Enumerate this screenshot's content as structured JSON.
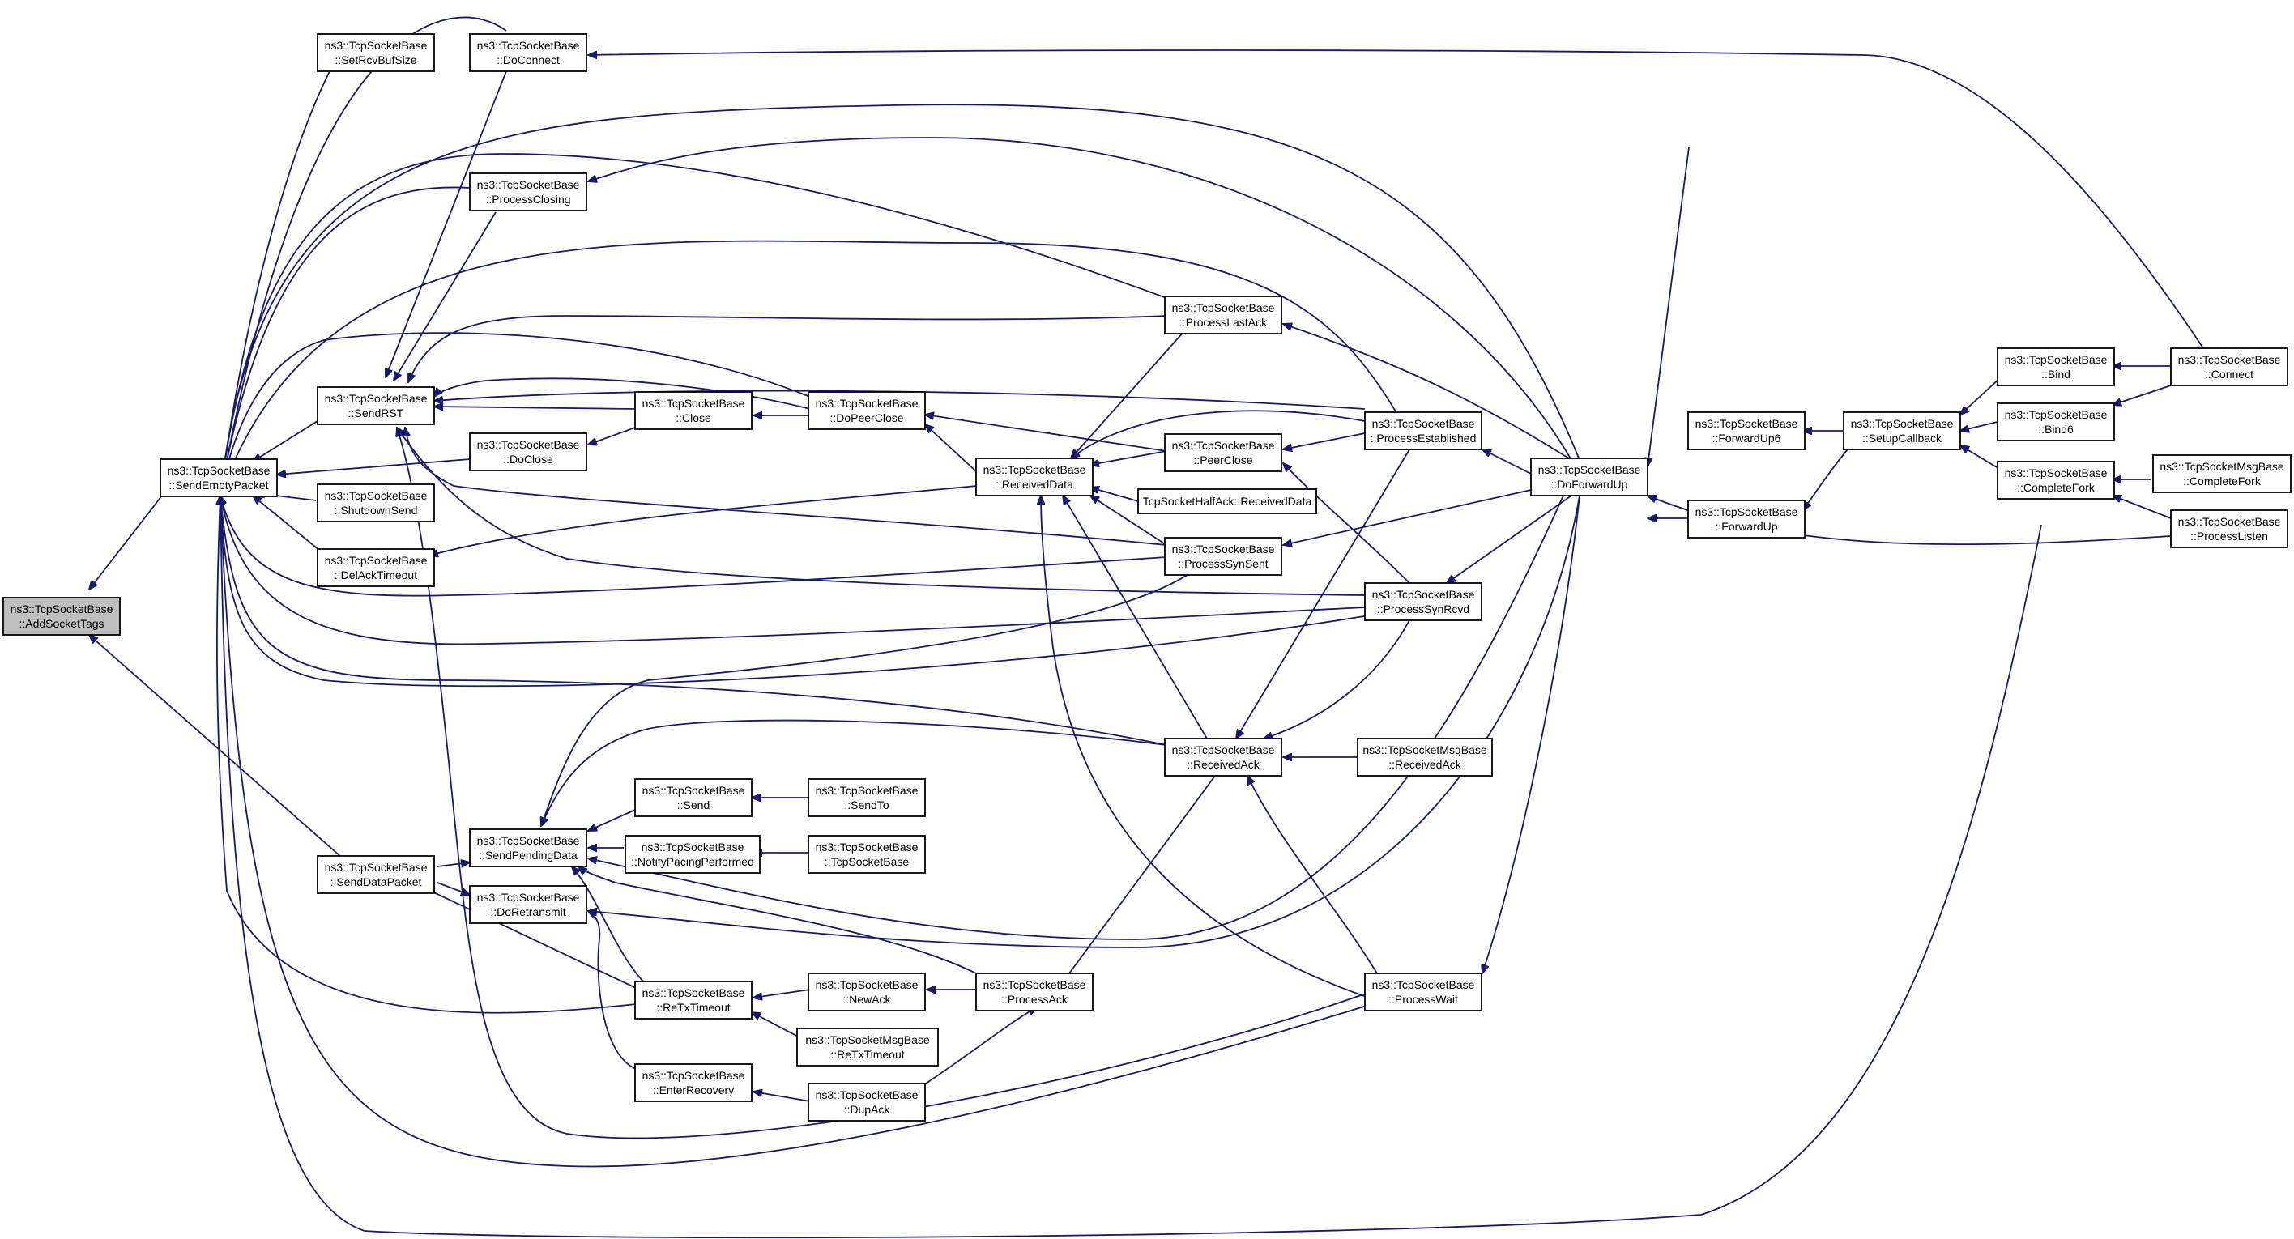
{
  "colors": {
    "edge": "#191970",
    "root_fill": "#bfbfbf",
    "node_fill": "#ffffff",
    "node_border": "#000000"
  },
  "nodes": {
    "addSocketTags": {
      "line1": "ns3::TcpSocketBase",
      "line2": "::AddSocketTags"
    },
    "sendEmptyPacket": {
      "line1": "ns3::TcpSocketBase",
      "line2": "::SendEmptyPacket"
    },
    "sendDataPacket": {
      "line1": "ns3::TcpSocketBase",
      "line2": "::SendDataPacket"
    },
    "setRcvBufSize": {
      "line1": "ns3::TcpSocketBase",
      "line2": "::SetRcvBufSize"
    },
    "doConnect": {
      "line1": "ns3::TcpSocketBase",
      "line2": "::DoConnect"
    },
    "processClosing": {
      "line1": "ns3::TcpSocketBase",
      "line2": "::ProcessClosing"
    },
    "sendRST": {
      "line1": "ns3::TcpSocketBase",
      "line2": "::SendRST"
    },
    "doClose": {
      "line1": "ns3::TcpSocketBase",
      "line2": "::DoClose"
    },
    "shutdownSend": {
      "line1": "ns3::TcpSocketBase",
      "line2": "::ShutdownSend"
    },
    "delAckTimeout": {
      "line1": "ns3::TcpSocketBase",
      "line2": "::DelAckTimeout"
    },
    "sendPendingData": {
      "line1": "ns3::TcpSocketBase",
      "line2": "::SendPendingData"
    },
    "doRetransmit": {
      "line1": "ns3::TcpSocketBase",
      "line2": "::DoRetransmit"
    },
    "close": {
      "line1": "ns3::TcpSocketBase",
      "line2": "::Close"
    },
    "send": {
      "line1": "ns3::TcpSocketBase",
      "line2": "::Send"
    },
    "notifyPacingPerformed": {
      "line1": "ns3::TcpSocketBase",
      "line2": "::NotifyPacingPerformed"
    },
    "reTxTimeout": {
      "line1": "ns3::TcpSocketBase",
      "line2": "::ReTxTimeout"
    },
    "enterRecovery": {
      "line1": "ns3::TcpSocketBase",
      "line2": "::EnterRecovery"
    },
    "doPeerClose": {
      "line1": "ns3::TcpSocketBase",
      "line2": "::DoPeerClose"
    },
    "sendTo": {
      "line1": "ns3::TcpSocketBase",
      "line2": "::SendTo"
    },
    "tcpSocketBase": {
      "line1": "ns3::TcpSocketBase",
      "line2": "::TcpSocketBase"
    },
    "newAck": {
      "line1": "ns3::TcpSocketBase",
      "line2": "::NewAck"
    },
    "msgReTxTimeout": {
      "line1": "ns3::TcpSocketMsgBase",
      "line2": "::ReTxTimeout"
    },
    "dupAck": {
      "line1": "ns3::TcpSocketBase",
      "line2": "::DupAck"
    },
    "receivedData": {
      "line1": "ns3::TcpSocketBase",
      "line2": "::ReceivedData"
    },
    "processAck": {
      "line1": "ns3::TcpSocketBase",
      "line2": "::ProcessAck"
    },
    "halfAckReceivedData": {
      "line1": "TcpSocketHalfAck::ReceivedData"
    },
    "processLastAck": {
      "line1": "ns3::TcpSocketBase",
      "line2": "::ProcessLastAck"
    },
    "peerClose": {
      "line1": "ns3::TcpSocketBase",
      "line2": "::PeerClose"
    },
    "processSynSent": {
      "line1": "ns3::TcpSocketBase",
      "line2": "::ProcessSynSent"
    },
    "receivedAck": {
      "line1": "ns3::TcpSocketBase",
      "line2": "::ReceivedAck"
    },
    "processEstablished": {
      "line1": "ns3::TcpSocketBase",
      "line2": "::ProcessEstablished"
    },
    "processSynRcvd": {
      "line1": "ns3::TcpSocketBase",
      "line2": "::ProcessSynRcvd"
    },
    "msgReceivedAck": {
      "line1": "ns3::TcpSocketMsgBase",
      "line2": "::ReceivedAck"
    },
    "processWait": {
      "line1": "ns3::TcpSocketBase",
      "line2": "::ProcessWait"
    },
    "doForwardUp": {
      "line1": "ns3::TcpSocketBase",
      "line2": "::DoForwardUp"
    },
    "forwardUp6": {
      "line1": "ns3::TcpSocketBase",
      "line2": "::ForwardUp6"
    },
    "forwardUp": {
      "line1": "ns3::TcpSocketBase",
      "line2": "::ForwardUp"
    },
    "setupCallback": {
      "line1": "ns3::TcpSocketBase",
      "line2": "::SetupCallback"
    },
    "bind": {
      "line1": "ns3::TcpSocketBase",
      "line2": "::Bind"
    },
    "bind6": {
      "line1": "ns3::TcpSocketBase",
      "line2": "::Bind6"
    },
    "completeFork": {
      "line1": "ns3::TcpSocketBase",
      "line2": "::CompleteFork"
    },
    "connect": {
      "line1": "ns3::TcpSocketBase",
      "line2": "::Connect"
    },
    "msgCompleteFork": {
      "line1": "ns3::TcpSocketMsgBase",
      "line2": "::CompleteFork"
    },
    "processListen": {
      "line1": "ns3::TcpSocketBase",
      "line2": "::ProcessListen"
    }
  }
}
